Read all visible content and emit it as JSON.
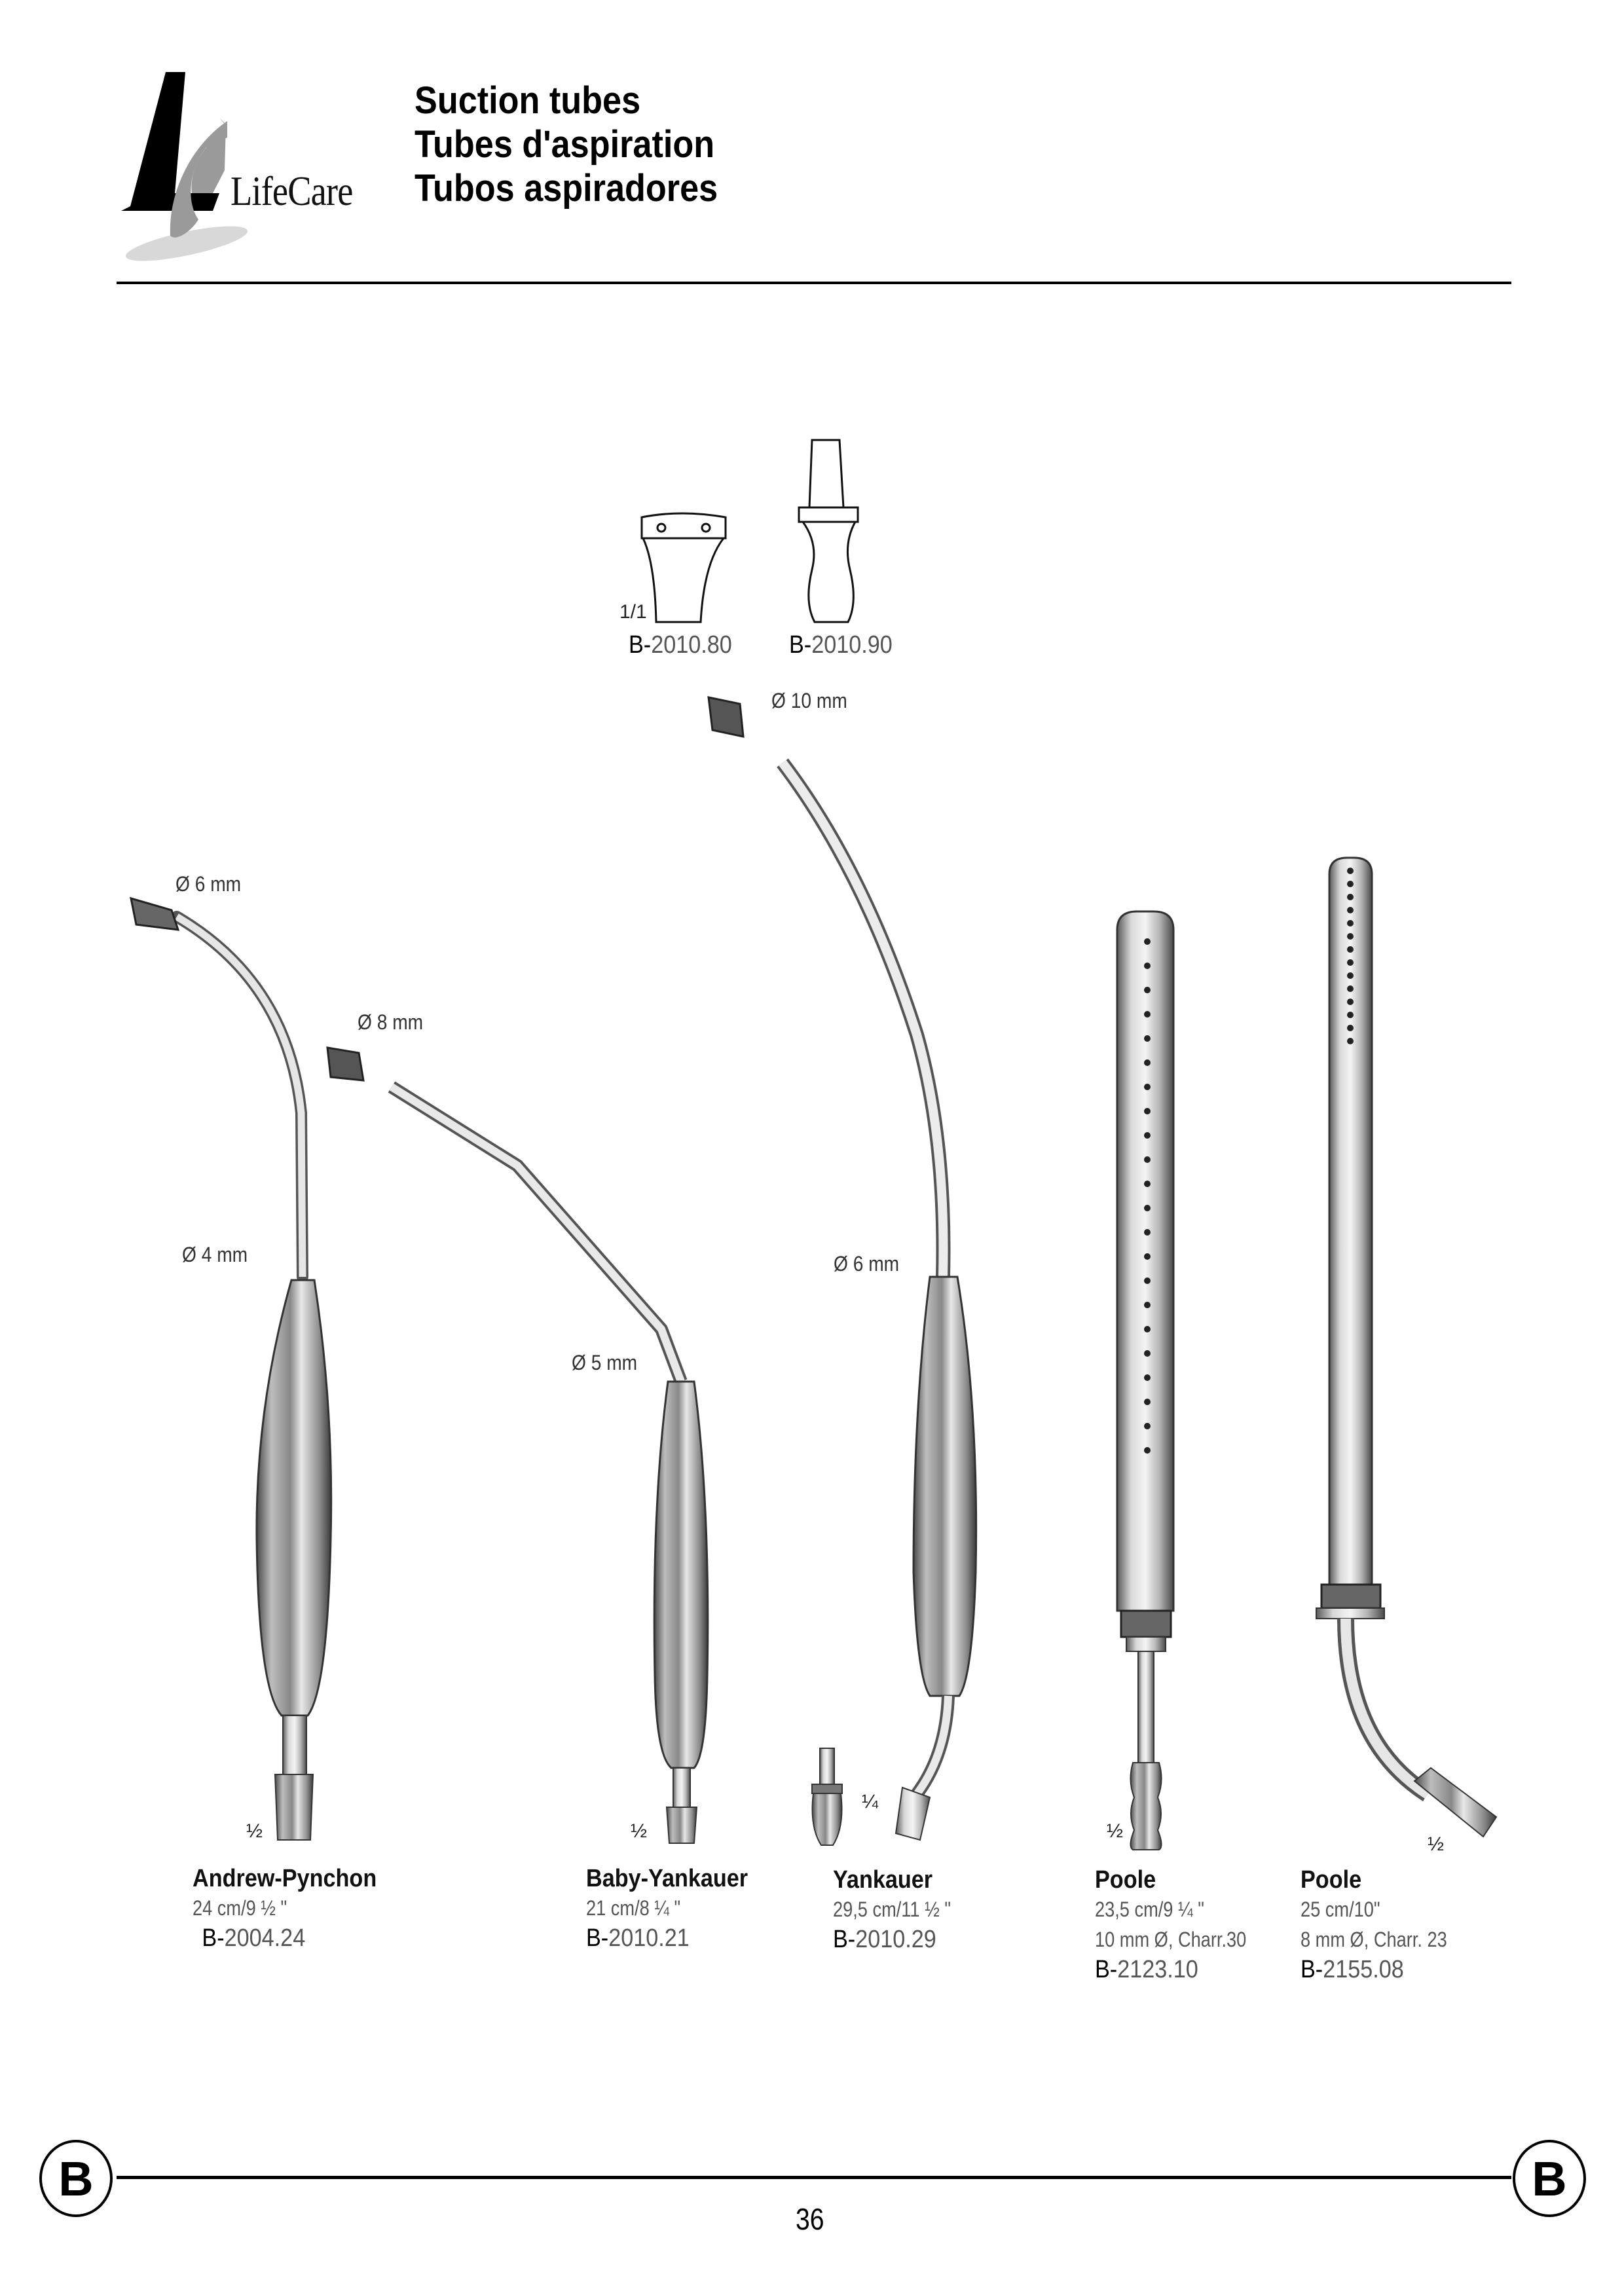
{
  "brand": {
    "name": "LifeCare",
    "logo_mark": "LC"
  },
  "header": {
    "titles": [
      "Suction tubes",
      "Tubes d'aspiration",
      "Tubos aspiradores"
    ]
  },
  "accessories": [
    {
      "code_prefix": "B-",
      "code_number": "2010.80",
      "scale": "1/1"
    },
    {
      "code_prefix": "B-",
      "code_number": "2010.90"
    }
  ],
  "diameter_labels": {
    "andrew_tip": "Ø 6 mm",
    "baby_tip": "Ø 8 mm",
    "yankauer_tip": "Ø 10 mm",
    "andrew_shaft": "Ø 4 mm",
    "baby_shaft": "Ø 5 mm",
    "yankauer_shaft": "Ø 6 mm"
  },
  "scale_labels": {
    "andrew": "½",
    "baby": "½",
    "yankauer": "¼",
    "poole1": "½",
    "poole2": "½"
  },
  "products": [
    {
      "name": "Andrew-Pynchon",
      "size": "24 cm/9 ½ \"",
      "spec": "",
      "code_prefix": "B-",
      "code_number": "2004.24"
    },
    {
      "name": "Baby-Yankauer",
      "size": "21 cm/8 ¼ \"",
      "spec": "",
      "code_prefix": "B-",
      "code_number": "2010.21"
    },
    {
      "name": "Yankauer",
      "size": "29,5 cm/11 ½ \"",
      "spec": "",
      "code_prefix": "B-",
      "code_number": "2010.29"
    },
    {
      "name": "Poole",
      "size": "23,5 cm/9 ¼ \"",
      "spec": "10 mm Ø, Charr.30",
      "code_prefix": "B-",
      "code_number": "2123.10"
    },
    {
      "name": "Poole",
      "size": "25 cm/10\"",
      "spec": "8 mm Ø, Charr. 23",
      "code_prefix": "B-",
      "code_number": "2155.08"
    }
  ],
  "footer": {
    "section_letter": "B",
    "page_number": "36"
  },
  "colors": {
    "rule": "#000000",
    "logo_gray": "#9a9a9a",
    "code_gray": "#555555"
  }
}
